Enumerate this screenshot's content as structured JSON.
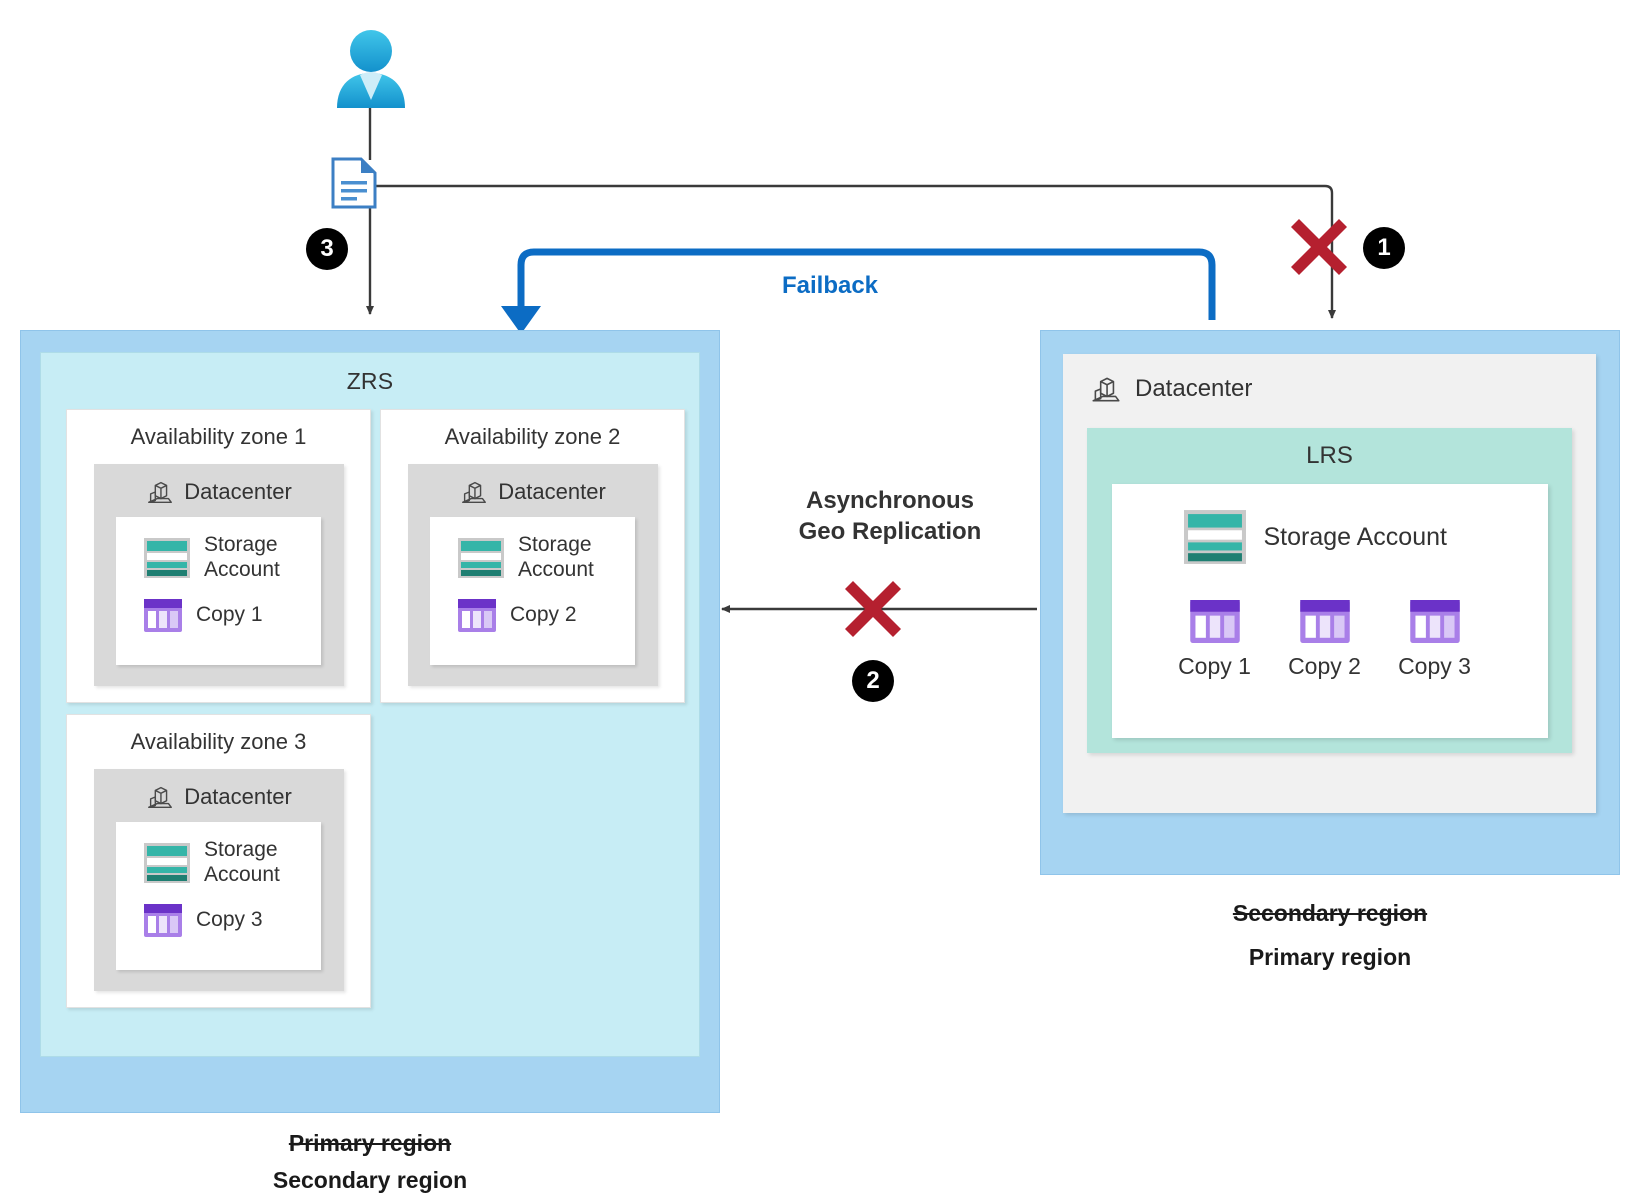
{
  "diagram": {
    "title": "Azure storage failover and failback between ZRS and LRS regions",
    "colors": {
      "region_fill": "#A6D4F2",
      "zrs_fill": "#C7EDF5",
      "lrs_fill": "#B3E4DB",
      "datacenter_fill": "#D9D9D9",
      "datacenter_panel_fill": "#F1F1F1",
      "accent_blue": "#0C6CC4",
      "cross_red": "#B5202F",
      "badge_black": "#000000",
      "storage_teal": "#31B3A6",
      "copy_purple": "#6B32C8"
    }
  },
  "actor": {
    "name": "user",
    "icon": "user-icon"
  },
  "document": {
    "icon": "document-icon"
  },
  "steps": [
    {
      "number": "1",
      "name": "step-1"
    },
    {
      "number": "2",
      "name": "step-2"
    },
    {
      "number": "3",
      "name": "step-3"
    }
  ],
  "connectors": {
    "failback_label": "Failback",
    "geo_replication_label_line1": "Asynchronous",
    "geo_replication_label_line2": "Geo Replication"
  },
  "left_region": {
    "zrs_title": "ZRS",
    "caption_struck": "Primary region",
    "caption_current": "Secondary region",
    "zones": [
      {
        "title": "Availability zone 1",
        "datacenter_label": "Datacenter",
        "storage_label_line1": "Storage",
        "storage_label_line2": "Account",
        "copy_label": "Copy 1"
      },
      {
        "title": "Availability zone 2",
        "datacenter_label": "Datacenter",
        "storage_label_line1": "Storage",
        "storage_label_line2": "Account",
        "copy_label": "Copy 2"
      },
      {
        "title": "Availability zone 3",
        "datacenter_label": "Datacenter",
        "storage_label_line1": "Storage",
        "storage_label_line2": "Account",
        "copy_label": "Copy 3"
      }
    ]
  },
  "right_region": {
    "datacenter_label": "Datacenter",
    "lrs_title": "LRS",
    "storage_account_label": "Storage Account",
    "copies": [
      {
        "label": "Copy 1"
      },
      {
        "label": "Copy 2"
      },
      {
        "label": "Copy 3"
      }
    ],
    "caption_struck": "Secondary region",
    "caption_current": "Primary region"
  }
}
